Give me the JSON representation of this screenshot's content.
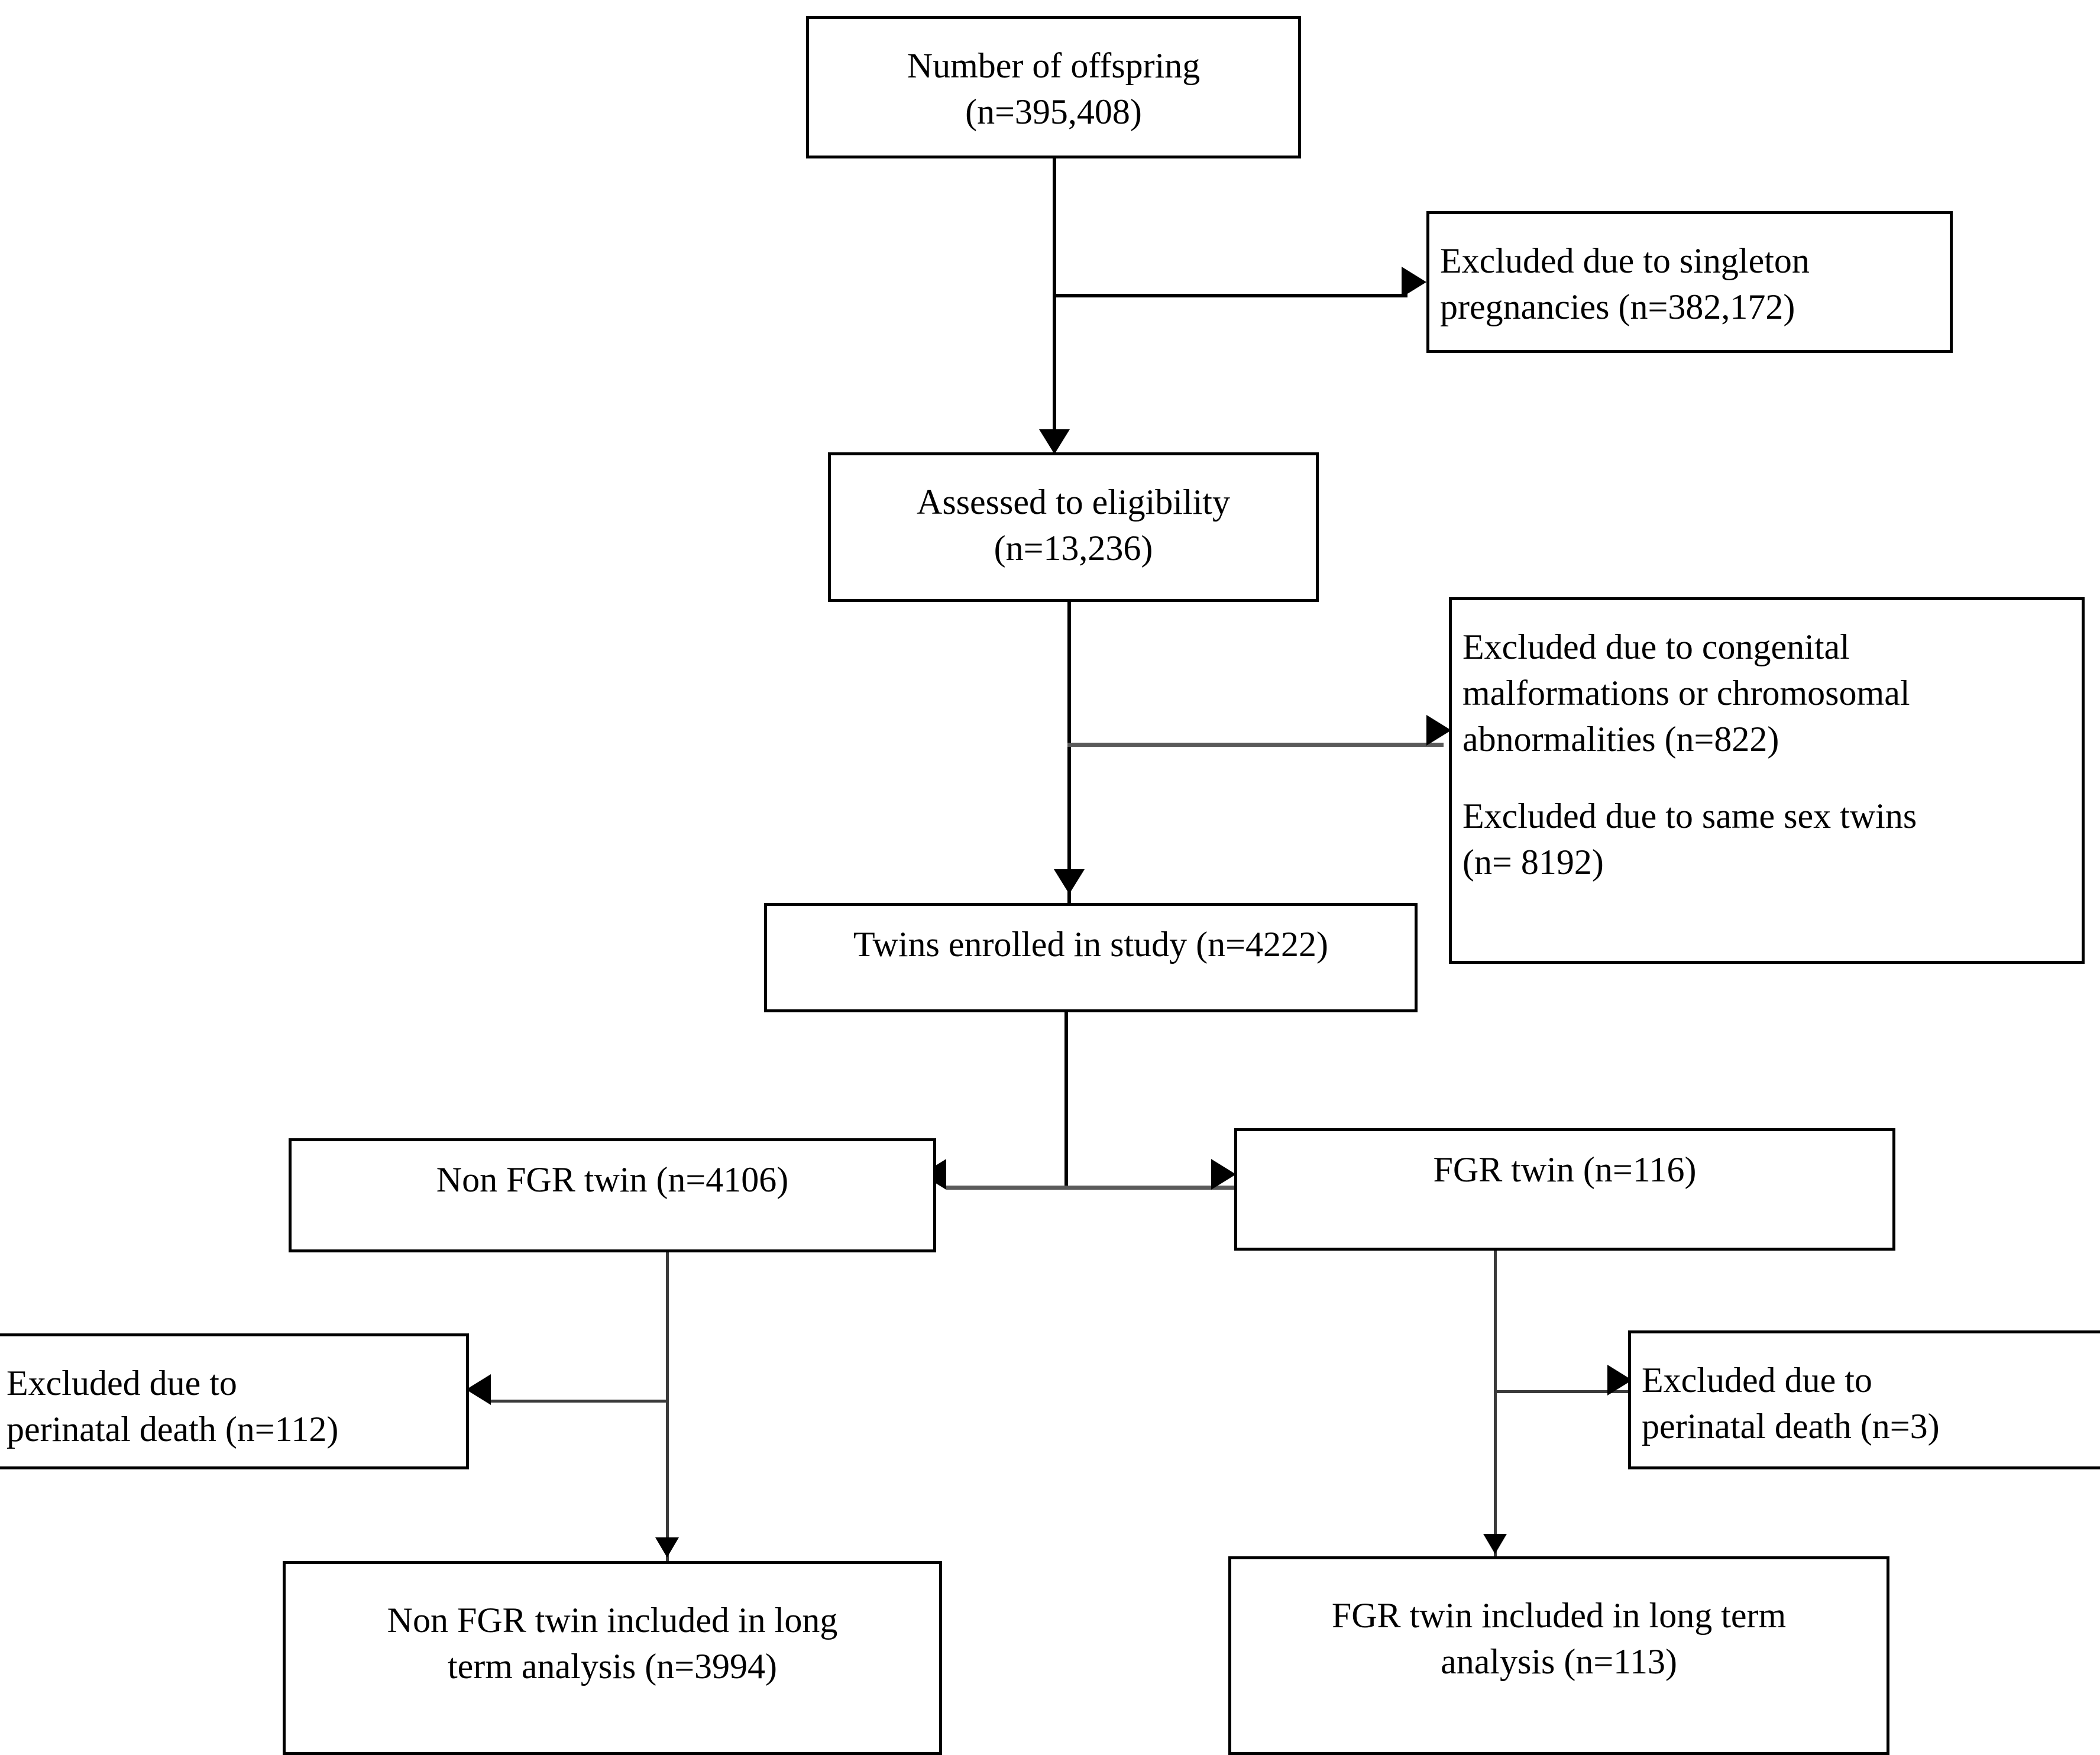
{
  "diagram": {
    "type": "study-flow-diagram",
    "nodes": {
      "offspring": {
        "label": "Number of offspring\n(n=395,408)"
      },
      "excl_singleton": {
        "label": "Excluded due to singleton\npregnancies (n=382,172)"
      },
      "assessed": {
        "label": "Assessed to eligibility\n(n=13,236)"
      },
      "excl_congenital": {
        "label": "Excluded due to congenital\nmalformations or chromosomal\nabnormalities (n=822)"
      },
      "excl_samesex": {
        "label": "Excluded due to same sex twins\n(n= 8192)"
      },
      "twins_enrolled": {
        "label": "Twins enrolled in study (n=4222)"
      },
      "non_fgr_twin": {
        "label": "Non FGR twin (n=4106)"
      },
      "fgr_twin": {
        "label": "FGR twin (n=116)"
      },
      "excl_perinatal_l": {
        "label": "Excluded due to\nperinatal death (n=112)"
      },
      "excl_perinatal_r": {
        "label": "Excluded due to\nperinatal death (n=3)"
      },
      "non_fgr_final": {
        "label": "Non FGR twin included in long\nterm analysis (n=3994)"
      },
      "fgr_final": {
        "label": "FGR twin included in long term\nanalysis (n=113)"
      }
    },
    "counts": {
      "offspring": 395408,
      "excluded_singleton": 382172,
      "assessed_eligibility": 13236,
      "excluded_congenital": 822,
      "excluded_same_sex": 8192,
      "twins_enrolled": 4222,
      "non_fgr_twin": 4106,
      "fgr_twin": 116,
      "excluded_perinatal_non_fgr": 112,
      "excluded_perinatal_fgr": 3,
      "non_fgr_final": 3994,
      "fgr_final": 113
    },
    "colors": {
      "stroke": "#000000",
      "fill": "#ffffff",
      "text": "#000000",
      "grey_connector": "#5a5a5a"
    }
  }
}
